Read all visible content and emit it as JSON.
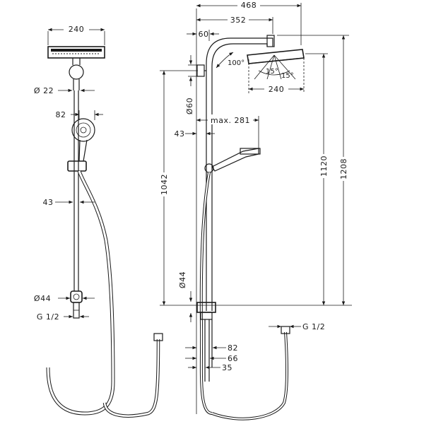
{
  "left_view": {
    "dim_head_width": "240",
    "dim_arm_diameter": "Ø 22",
    "dim_handshower_offset": "82",
    "dim_bar_offset": "43",
    "dim_outlet_diameter": "Ø44",
    "dim_thread": "G 1/2"
  },
  "right_view": {
    "dim_total_reach": "468",
    "dim_arm_reach": "352",
    "dim_wall_offset": "60",
    "dim_arm_angle": "100°",
    "dim_tilt_left": "15°",
    "dim_tilt_right": "15°",
    "dim_head_width": "240",
    "dim_wall_bracket": "Ø60",
    "dim_handshower_reach": "max. 281",
    "dim_bar_offset": "43",
    "dim_bar_length": "1042",
    "dim_head_height": "1120",
    "dim_total_height": "1208",
    "dim_outlet_diameter": "Ø44",
    "dim_thread": "G 1/2",
    "dim_bottom_82": "82",
    "dim_bottom_66": "66",
    "dim_bottom_35": "35"
  }
}
